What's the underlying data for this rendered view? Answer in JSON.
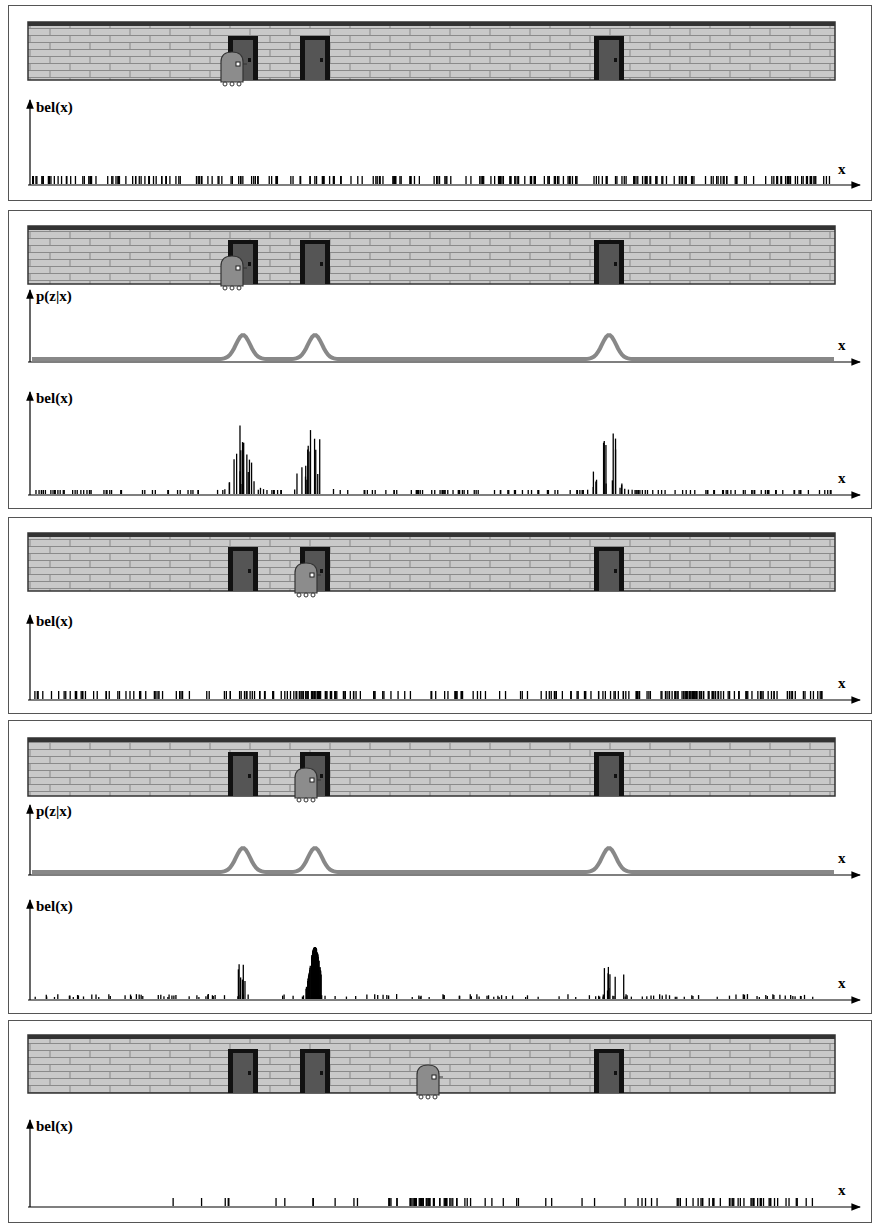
{
  "diagram": {
    "labels": [
      "bel(x)",
      "x",
      "p(z|x)",
      "x",
      "bel(x)",
      "x",
      "bel(x)",
      "x",
      "p(z|x)",
      "x",
      "bel(x)",
      "x",
      "bel(x)",
      "x"
    ]
  }
}
